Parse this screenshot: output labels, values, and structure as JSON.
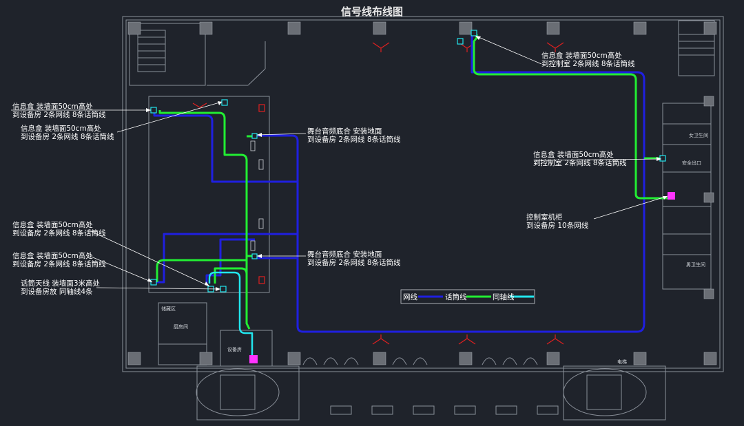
{
  "title": "信号线布线图",
  "colors": {
    "background": "#1f232b",
    "walls": "#8a9099",
    "network_line": "#1f1fe0",
    "phone_line": "#22ee33",
    "coax_line": "#22e6ee",
    "control_cabinet": "#ff33ff",
    "red_symbol": "#e02020"
  },
  "annotations": [
    {
      "id": "a1",
      "line1": "信息盒 装墙面50cm高处",
      "line2": "到控制室   2条网线  8条话筒线"
    },
    {
      "id": "a2",
      "line1": "信息盒 装墙面50cm高处",
      "line2": "到设备房   2条网线  8条话筒线"
    },
    {
      "id": "a3",
      "line1": "信息盒 装墙面50cm高处",
      "line2": "到设备房   2条网线  8条话筒线"
    },
    {
      "id": "a4",
      "line1": "舞台音频底合  安装地面",
      "line2": "到设备房   2条网线   8条话筒线"
    },
    {
      "id": "a5",
      "line1": "信息盒 装墙面50cm高处",
      "line2": "到控制室   2条网线  8条话筒线"
    },
    {
      "id": "a6",
      "line1": "控制室机柜",
      "line2": "到设备房     10条网线"
    },
    {
      "id": "a7",
      "line1": "信息盒 装墙面50cm高处",
      "line2": "到设备房   2条网线  8条话筒线"
    },
    {
      "id": "a8",
      "line1": "信息盒 装墙面50cm高处",
      "line2": "到设备房   2条网线  8条话筒线"
    },
    {
      "id": "a9",
      "line1": "舞台音频底合  安装地面",
      "line2": "到设备房   2条网线  8条话筒线"
    },
    {
      "id": "a10",
      "line1": "话筒天线 装墙面3米高处",
      "line2": "到设备房放  同轴线4条"
    }
  ],
  "legend": {
    "network": "网线",
    "phone": "话筒线",
    "coax": "同轴线"
  },
  "rooms": {
    "r1": "储藏区",
    "r2": "厨房间",
    "r3": "设备房",
    "r4": "电梯",
    "r5": "安全出口",
    "r6": "女卫生间",
    "r7": "男卫生间"
  }
}
